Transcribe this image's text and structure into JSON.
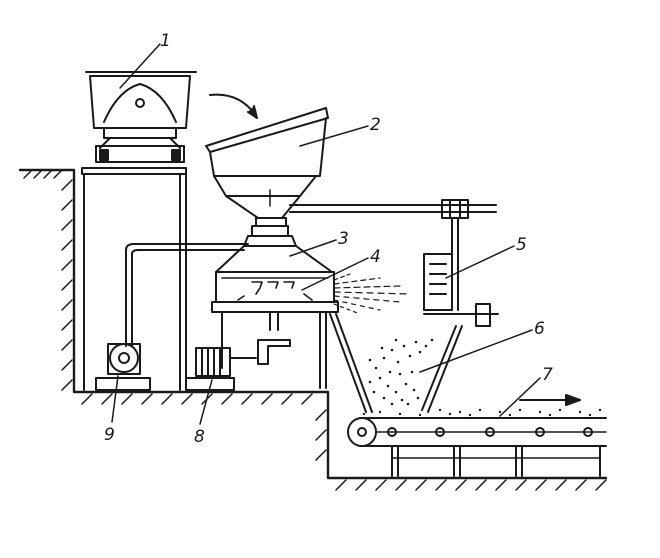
{
  "figure": {
    "labels": {
      "l1": "1",
      "l2": "2",
      "l3": "3",
      "l4": "4",
      "l5": "5",
      "l6": "6",
      "l7": "7",
      "l8": "8",
      "l9": "9"
    },
    "colors": {
      "ink": "#1a1a1a",
      "paper": "#ffffff"
    }
  }
}
